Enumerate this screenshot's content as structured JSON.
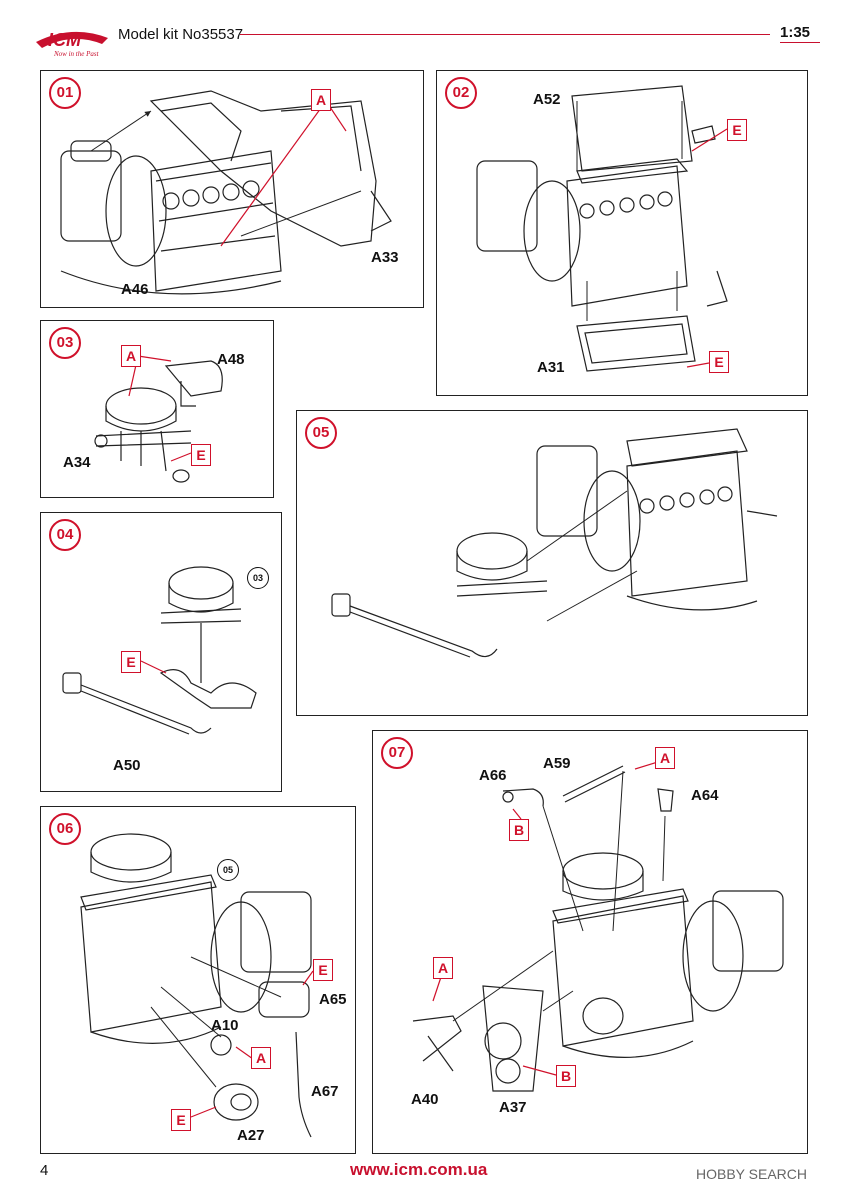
{
  "header": {
    "logo": "ICM",
    "slogan": "Now in the Past",
    "title": "Model kit No35537",
    "scale": "1:35"
  },
  "footer": {
    "page": "4",
    "url": "www.icm.com.ua",
    "watermark": "HOBBY SEARCH"
  },
  "colors": {
    "accent": "#d0112b",
    "line": "#222222"
  },
  "steps": [
    {
      "id": "01",
      "parts": [
        "A46",
        "A33"
      ],
      "tags": [
        "A"
      ]
    },
    {
      "id": "02",
      "parts": [
        "A52",
        "A31"
      ],
      "tags": [
        "E",
        "E"
      ]
    },
    {
      "id": "03",
      "parts": [
        "A48",
        "A34"
      ],
      "tags": [
        "A",
        "E"
      ]
    },
    {
      "id": "04",
      "parts": [
        "A50"
      ],
      "tags": [
        "E"
      ],
      "ref": "03"
    },
    {
      "id": "05",
      "parts": [],
      "tags": []
    },
    {
      "id": "06",
      "parts": [
        "A65",
        "A10",
        "A67",
        "A27"
      ],
      "tags": [
        "E",
        "A",
        "E"
      ],
      "ref": "05"
    },
    {
      "id": "07",
      "parts": [
        "A66",
        "A59",
        "A64",
        "A40",
        "A37"
      ],
      "tags": [
        "A",
        "B",
        "A",
        "B"
      ]
    }
  ]
}
